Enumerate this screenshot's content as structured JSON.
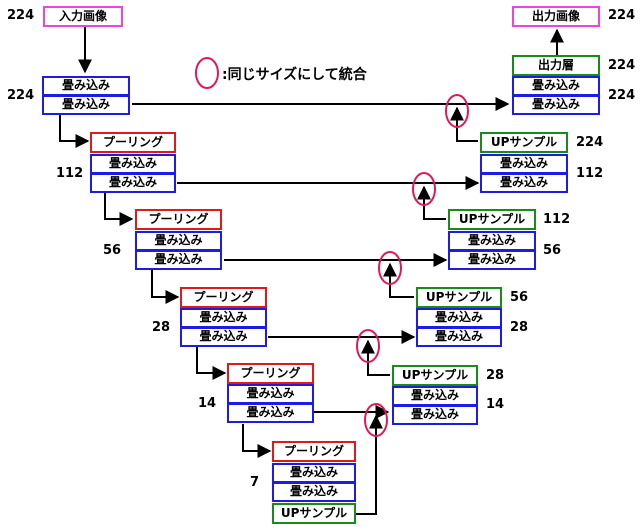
{
  "input": {
    "label": "入力画像",
    "size": "224"
  },
  "output": {
    "label": "出力画像",
    "size": "224"
  },
  "output_layer": {
    "label": "出力層",
    "size": "224"
  },
  "legend": {
    "text": ":同じサイズにして統合"
  },
  "encoder": [
    {
      "size": "224",
      "conv1": "畳み込み",
      "conv2": "畳み込み"
    },
    {
      "size": "112",
      "pool": "プーリング",
      "conv1": "畳み込み",
      "conv2": "畳み込み"
    },
    {
      "size": "56",
      "pool": "プーリング",
      "conv1": "畳み込み",
      "conv2": "畳み込み"
    },
    {
      "size": "28",
      "pool": "プーリング",
      "conv1": "畳み込み",
      "conv2": "畳み込み"
    },
    {
      "size": "14",
      "pool": "プーリング",
      "conv1": "畳み込み",
      "conv2": "畳み込み"
    }
  ],
  "bottleneck": {
    "size": "7",
    "pool": "プーリング",
    "conv1": "畳み込み",
    "conv2": "畳み込み",
    "up": "UPサンプル"
  },
  "decoder": [
    {
      "up": "UPサンプル",
      "up_size": "224",
      "conv1": "畳み込み",
      "conv2": "畳み込み",
      "size": "224"
    },
    {
      "up": "UPサンプル",
      "up_size": "112",
      "conv1": "畳み込み",
      "conv2": "畳み込み",
      "size": "112"
    },
    {
      "up": "UPサンプル",
      "up_size": "56",
      "conv1": "畳み込み",
      "conv2": "畳み込み",
      "size": "56"
    },
    {
      "up": "UPサンプル",
      "up_size": "28",
      "conv1": "畳み込み",
      "conv2": "畳み込み",
      "size": "28"
    },
    {
      "conv1": "畳み込み",
      "conv2": "畳み込み",
      "size": "14"
    }
  ],
  "colors": {
    "conv": "#1c1ce6",
    "pool": "#e01a1a",
    "up": "#1a8a1a",
    "io": "#ee44dd",
    "merge": "#e0185a"
  }
}
